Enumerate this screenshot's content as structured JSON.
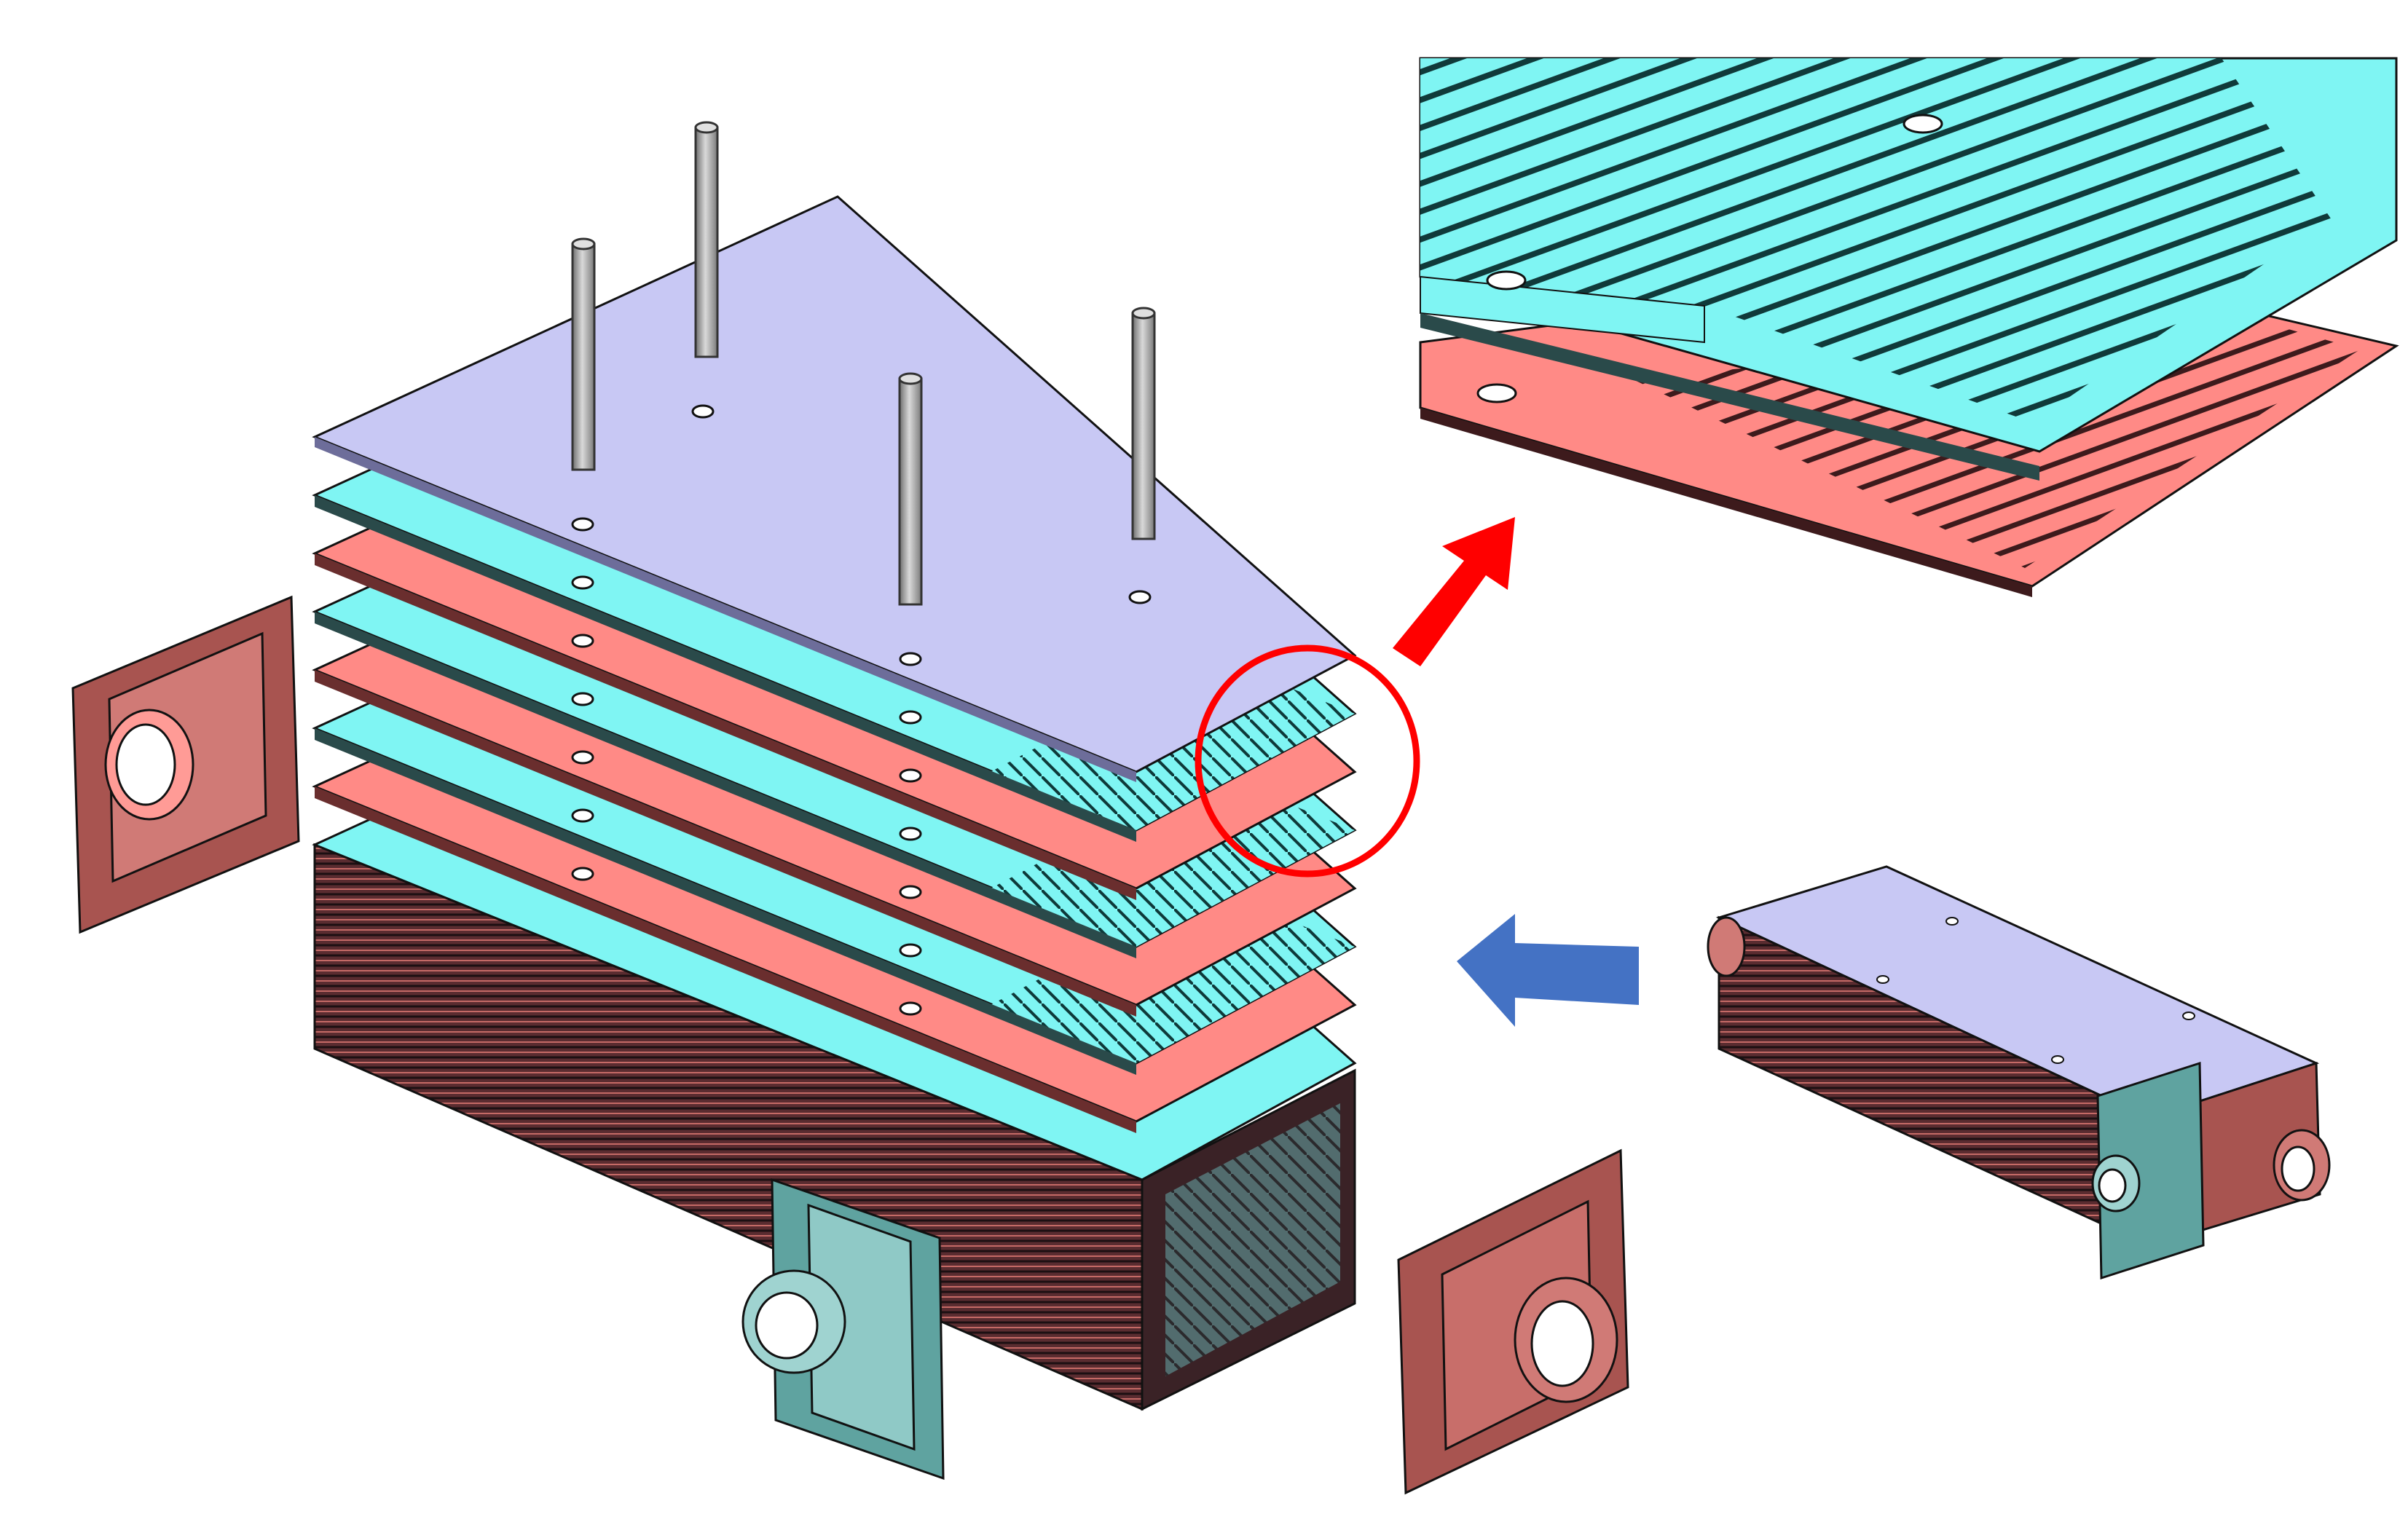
{
  "figure": {
    "description_visible_text": "",
    "colors": {
      "background": "#ffffff",
      "top_cover_plate": "#c8c8f4",
      "cold_plate": "#7ff5f3",
      "hot_plate": "#ff8a86",
      "plate_stack_dark": "#3a2226",
      "header_cold": "#5fa3a0",
      "header_hot": "#a85450",
      "pin_rod": "#9e9e9e",
      "highlight_circle": "#ff0000",
      "zoom_arrow": "#ff0000",
      "assembly_arrow": "#4472c4",
      "outline": "#111111"
    },
    "parts": {
      "plate_stack_layers": 7,
      "alignment_rods": 4,
      "headers_shown": 3
    },
    "icons": {
      "zoom_arrow": "arrow-up-right",
      "assembly_arrow": "arrow-left"
    }
  }
}
